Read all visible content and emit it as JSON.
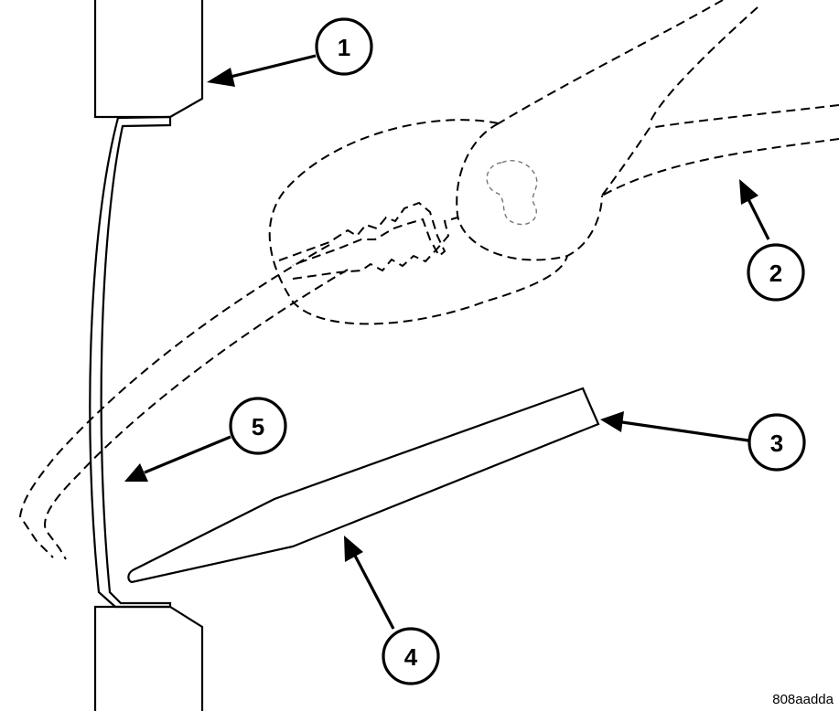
{
  "callouts": [
    {
      "id": "1",
      "label": "1"
    },
    {
      "id": "2",
      "label": "2"
    },
    {
      "id": "3",
      "label": "3"
    },
    {
      "id": "4",
      "label": "4"
    },
    {
      "id": "5",
      "label": "5"
    }
  ],
  "figure_code": "808aadda",
  "colors": {
    "line": "#000000",
    "background": "#ffffff",
    "faint_outline": "#777777"
  }
}
